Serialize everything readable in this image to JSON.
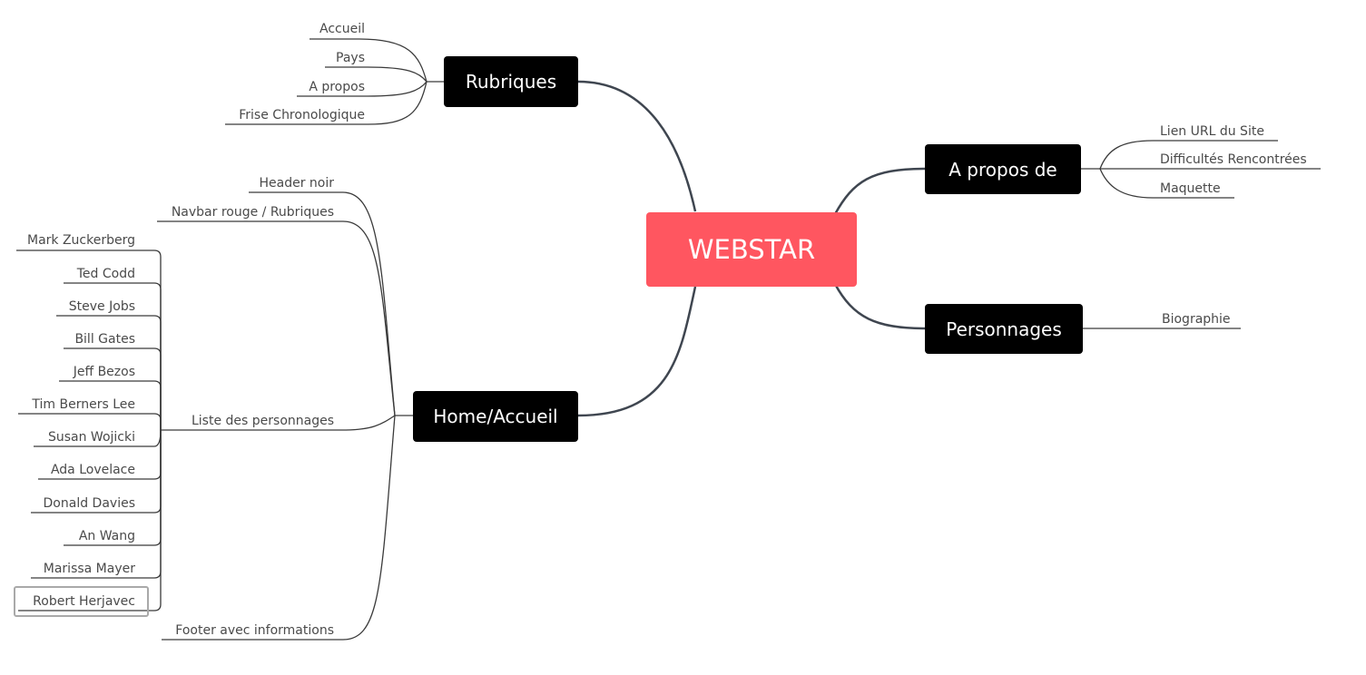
{
  "colors": {
    "root": "#ff5660",
    "branch_bg": "#000000",
    "branch_text": "#ffffff",
    "connector_main": "#3f4650",
    "connector_thin": "#3a3a3a",
    "leaf_text": "#4a4a4a",
    "selection_border": "#a9a9a9"
  },
  "root": {
    "label": "WEBSTAR"
  },
  "branches": {
    "rubriques": {
      "label": "Rubriques",
      "children": [
        "Accueil",
        "Pays",
        "A propos",
        "Frise Chronologique"
      ]
    },
    "apropos": {
      "label": "A propos de",
      "children": [
        "Lien URL du Site",
        "Difficultés Rencontrées",
        "Maquette"
      ]
    },
    "personnages": {
      "label": "Personnages",
      "children": [
        "Biographie"
      ]
    },
    "home": {
      "label": "Home/Accueil",
      "children": [
        "Header noir",
        "Navbar rouge / Rubriques",
        "Liste des personnages",
        "Footer avec informations"
      ],
      "liste": [
        "Mark Zuckerberg",
        "Ted Codd",
        "Steve Jobs",
        "Bill Gates",
        "Jeff Bezos",
        "Tim Berners Lee",
        "Susan Wojicki",
        "Ada Lovelace",
        "Donald Davies",
        "An Wang",
        "Marissa Mayer",
        "Robert Herjavec"
      ]
    }
  }
}
